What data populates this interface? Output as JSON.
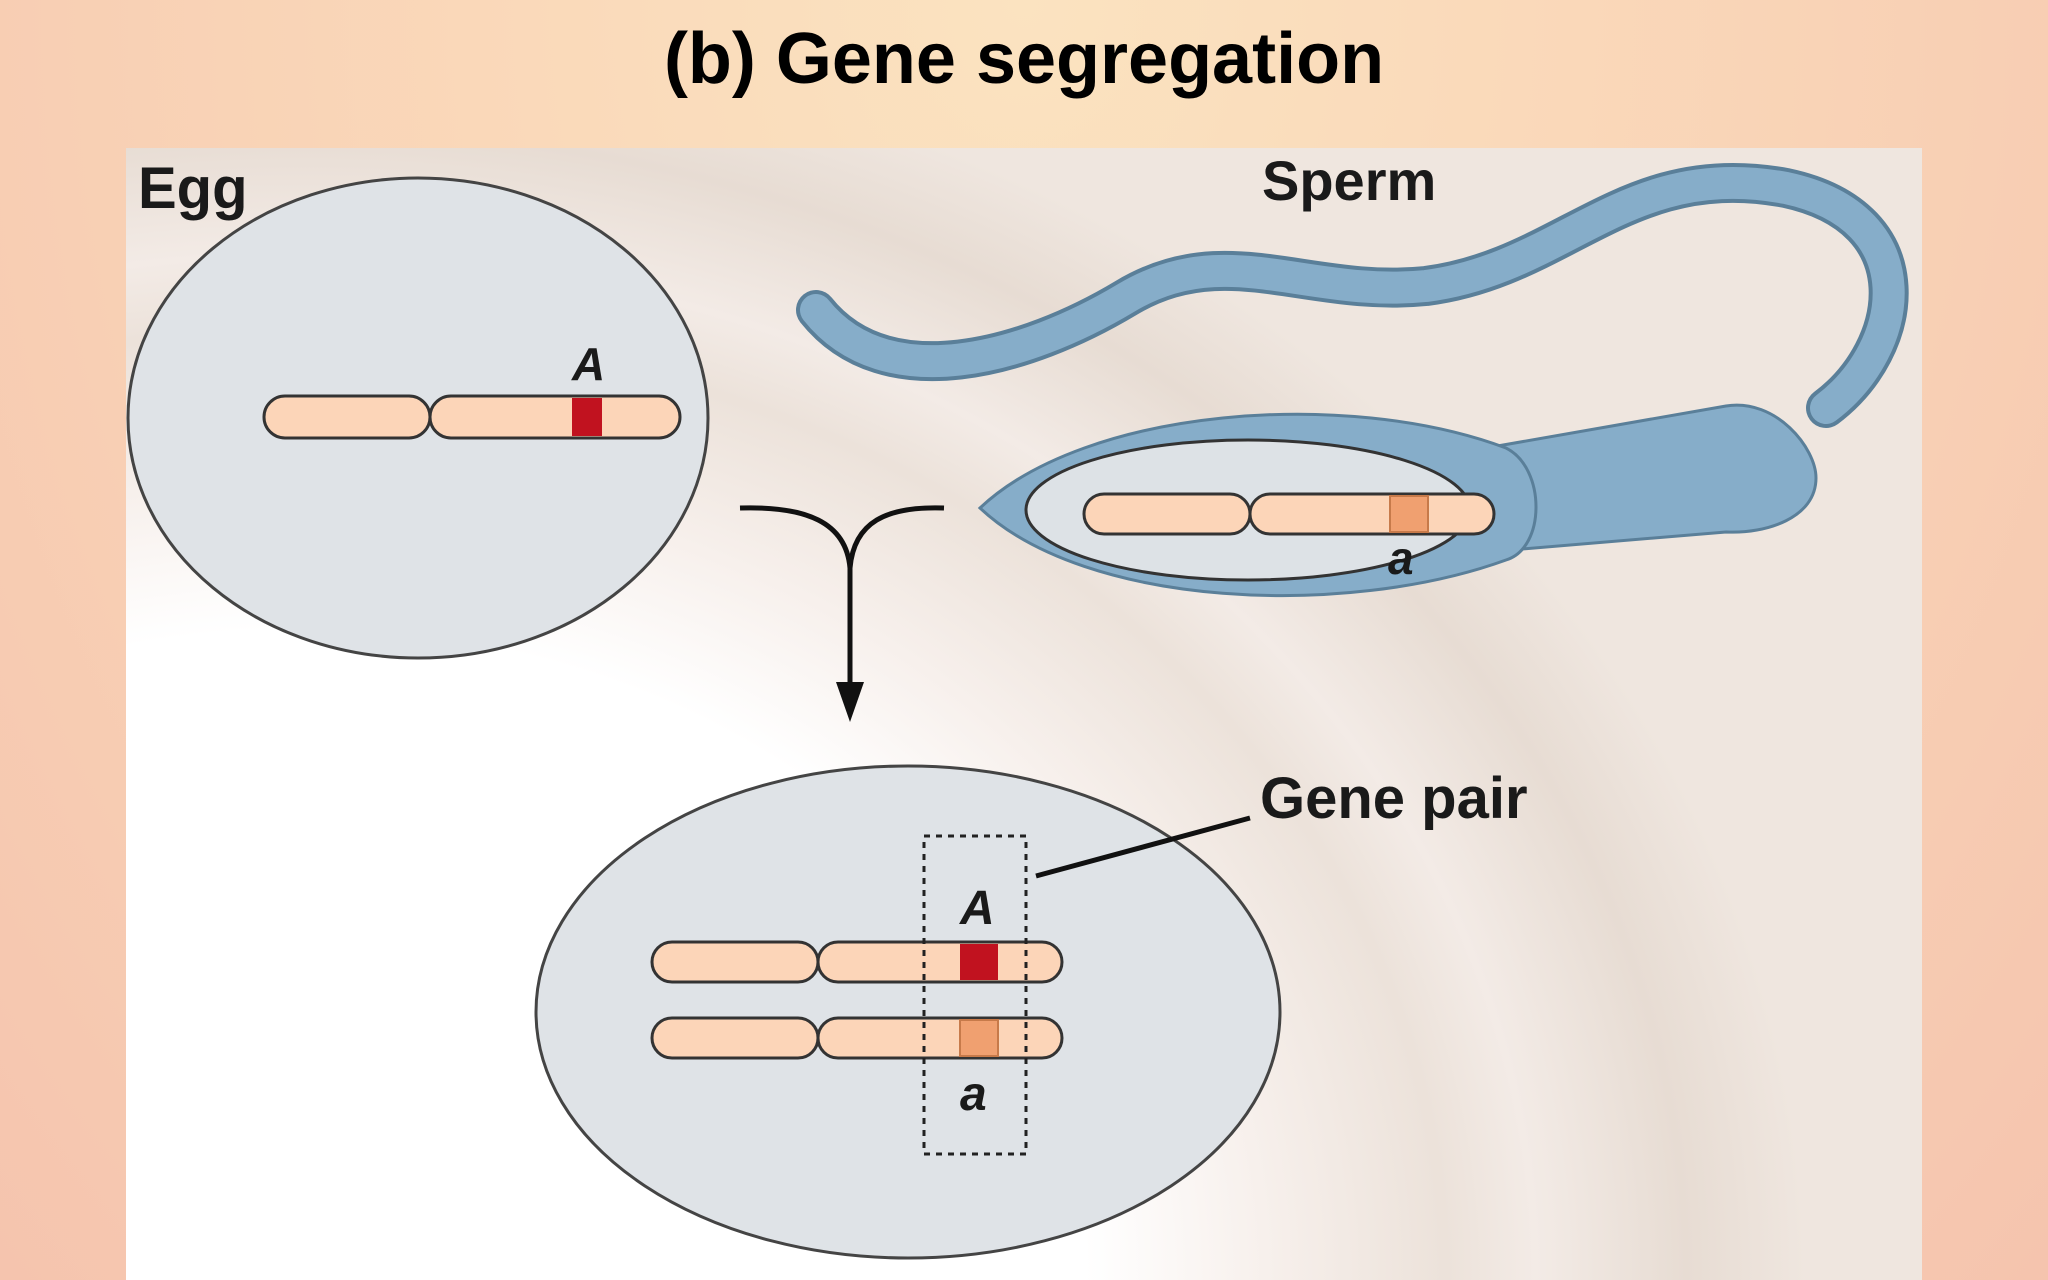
{
  "title": "(b) Gene segregation",
  "labels": {
    "egg": "Egg",
    "sperm": "Sperm",
    "gene_pair": "Gene pair"
  },
  "alleles": {
    "egg": "A",
    "sperm": "a",
    "zygote_top": "A",
    "zygote_bottom": "a"
  },
  "colors": {
    "chromosome": "#fcd5b8",
    "dominant_allele": "#c1121f",
    "recessive_allele": "#f0a070",
    "sperm": "#86adc9",
    "cell": "#dde2e6"
  }
}
